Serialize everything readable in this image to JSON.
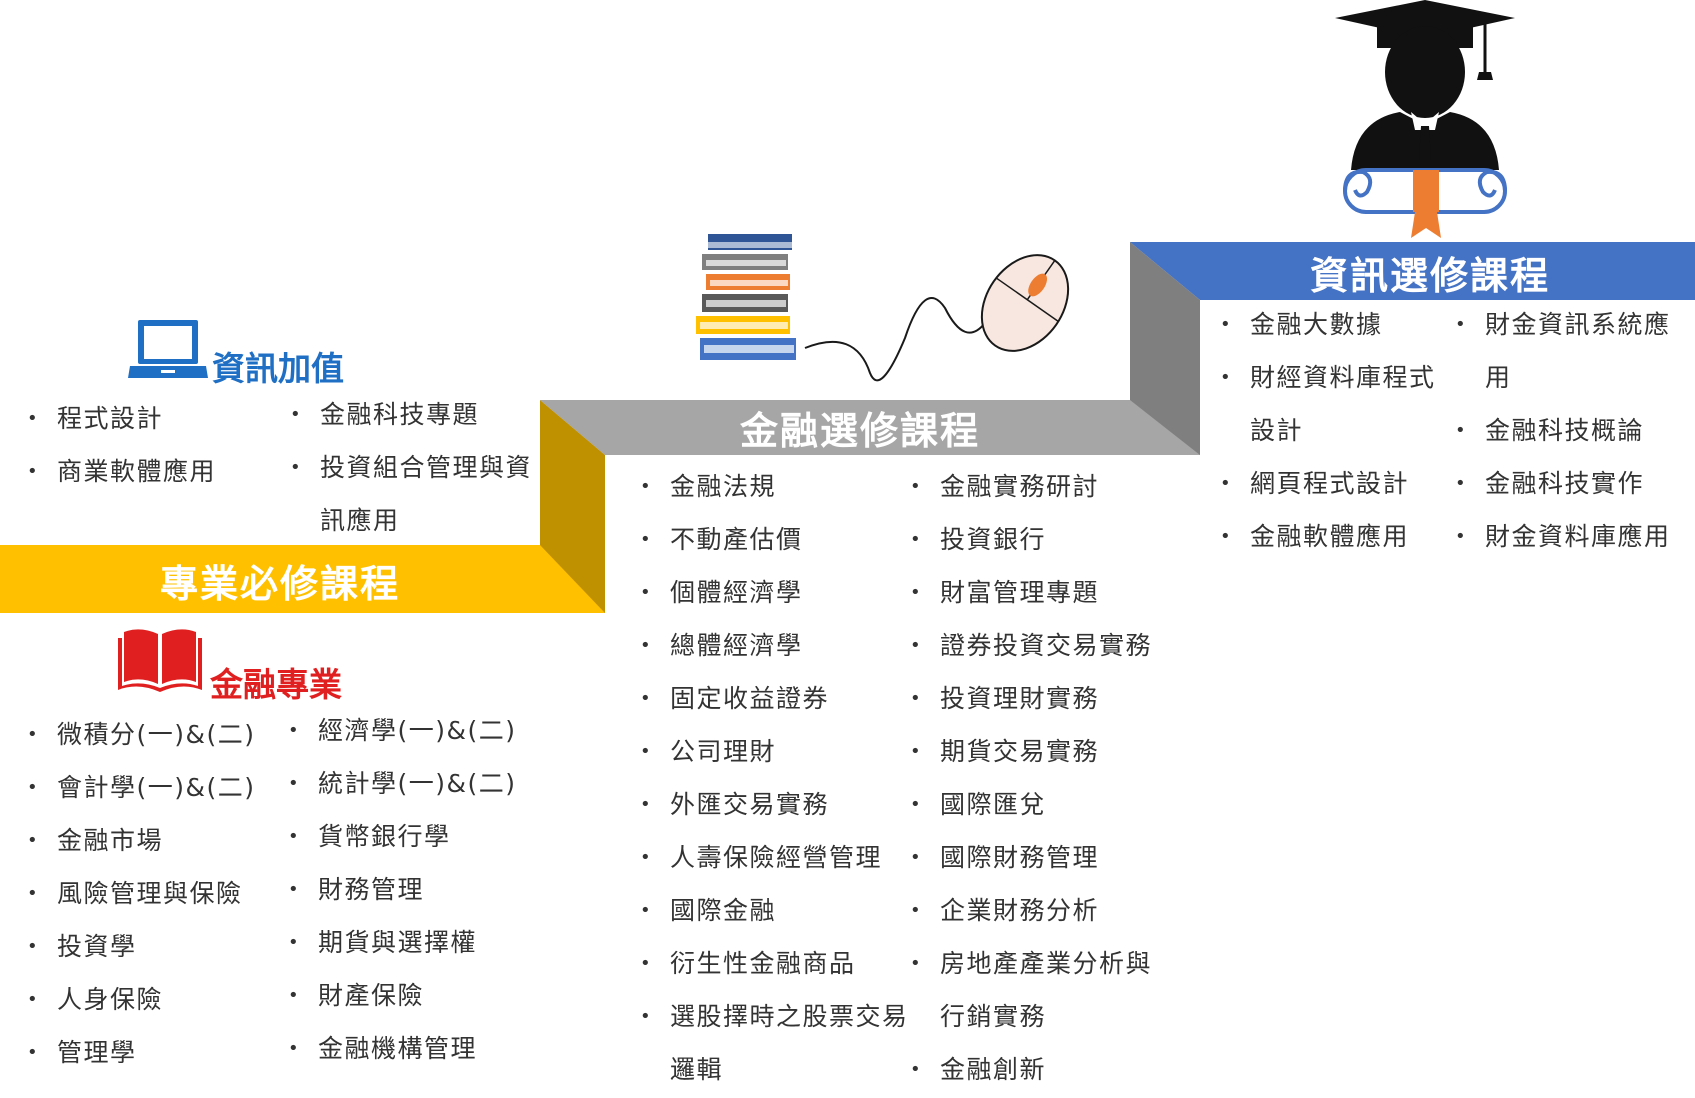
{
  "colors": {
    "yellow": "#FFC000",
    "yellow_dark": "#BF9000",
    "gray": "#A6A6A6",
    "gray_dark": "#7F7F7F",
    "blue": "#4472C4",
    "blue_title": "#1F6FC5",
    "red_title": "#E02020",
    "text": "#333333"
  },
  "steps": {
    "required": "專業必修課程",
    "finance_elective": "金融選修課程",
    "info_elective": "資訊選修課程"
  },
  "info_value": {
    "title": "資訊加值",
    "icon": "laptop-icon",
    "col1": [
      "程式設計",
      "商業軟體應用"
    ],
    "col2": [
      "金融科技專題",
      "投資組合管理與資訊應用"
    ]
  },
  "finance_major": {
    "title": "金融專業",
    "icon": "open-book-icon",
    "col1": [
      "微積分(一)&(二)",
      "會計學(一)&(二)",
      "金融市場",
      "風險管理與保險",
      "投資學",
      "人身保險",
      "管理學"
    ],
    "col2": [
      "經濟學(一)&(二)",
      "統計學(一)&(二)",
      "貨幣銀行學",
      "財務管理",
      "期貨與選擇權",
      "財產保險",
      "金融機構管理"
    ]
  },
  "finance_elective_list": {
    "col1": [
      "金融法規",
      "不動產估價",
      "個體經濟學",
      "總體經濟學",
      "固定收益證券",
      "公司理財",
      "外匯交易實務",
      "人壽保險經營管理",
      "國際金融",
      "衍生性金融商品",
      "選股擇時之股票交易邏輯"
    ],
    "col2": [
      "金融實務研討",
      "投資銀行",
      "財富管理專題",
      "證券投資交易實務",
      "投資理財實務",
      "期貨交易實務",
      "國際匯兌",
      "國際財務管理",
      "企業財務分析",
      "房地產產業分析與行銷實務",
      "金融創新"
    ]
  },
  "info_elective_list": {
    "col1": [
      "金融大數據",
      "財經資料庫程式設計",
      "網頁程式設計",
      "金融軟體應用"
    ],
    "col2": [
      "財金資訊系統應用",
      "金融科技概論",
      "金融科技實作",
      "財金資料庫應用"
    ]
  },
  "icons": {
    "books": "book-stack-icon",
    "mouse": "computer-mouse-icon",
    "graduate": "graduate-icon"
  }
}
